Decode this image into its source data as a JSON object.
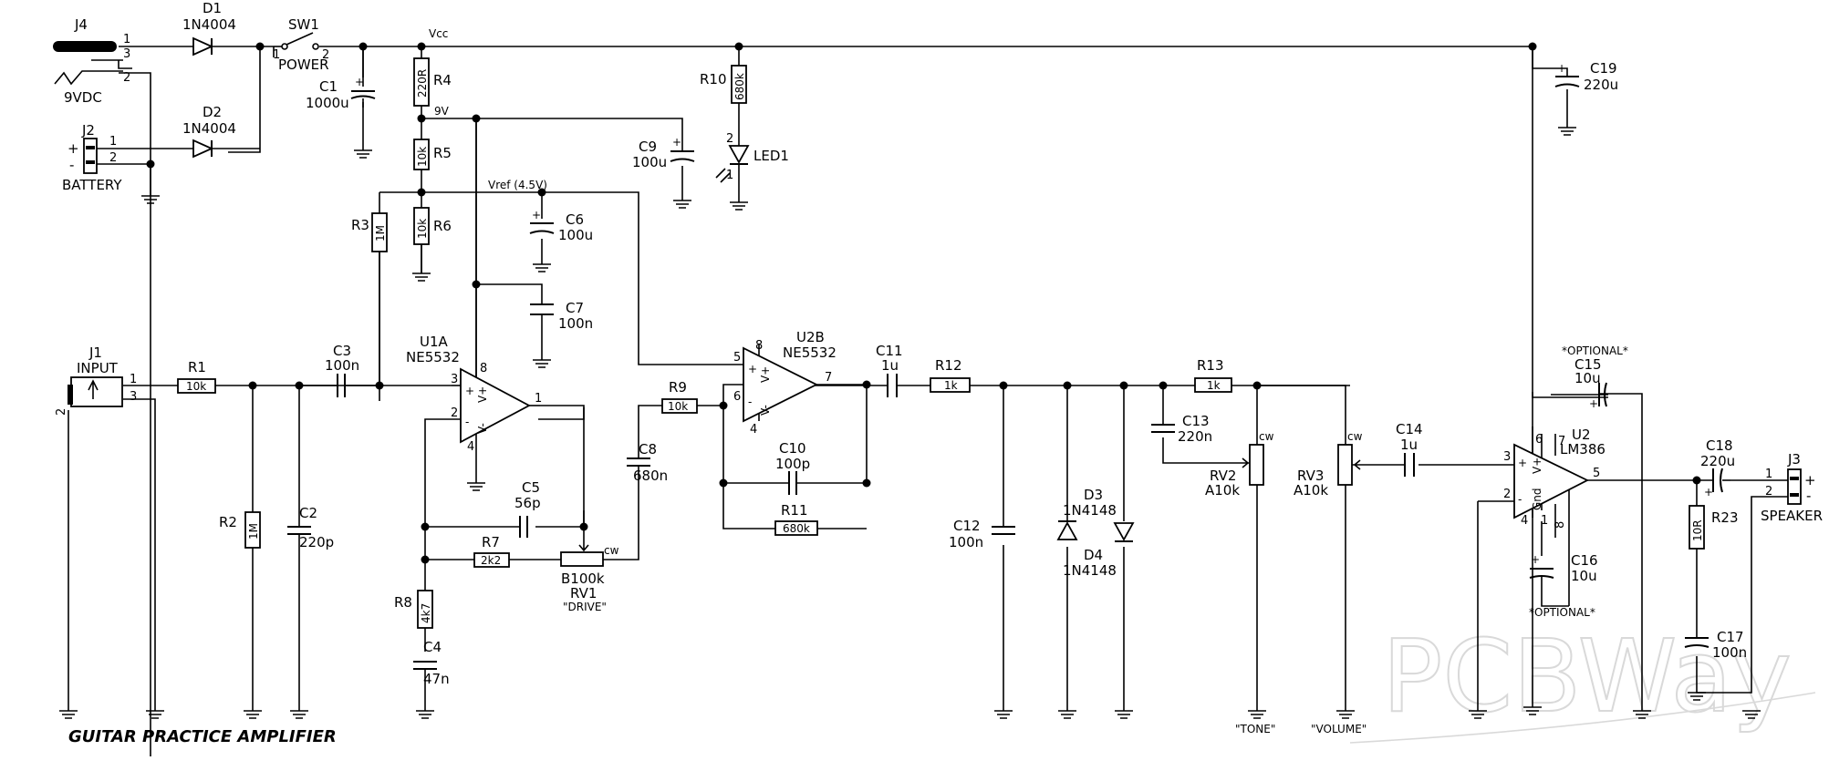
{
  "title": "GUITAR PRACTICE AMPLIFIER",
  "watermark": "PCBWay",
  "nets": {
    "vcc": "Vcc",
    "v9": "9V",
    "vref": "Vref (4.5V)"
  },
  "connectors": {
    "j4": {
      "ref": "J4",
      "value": "9VDC",
      "pins": [
        "1",
        "3",
        "2"
      ]
    },
    "j2": {
      "ref": "J2",
      "value": "BATTERY",
      "pins": [
        "1",
        "2"
      ],
      "signs": [
        "+",
        "-"
      ]
    },
    "j1": {
      "ref": "J1",
      "value": "INPUT",
      "pins": [
        "1",
        "3",
        "2"
      ]
    },
    "j3": {
      "ref": "J3",
      "value": "SPEAKER",
      "pins": [
        "1",
        "2"
      ],
      "signs": [
        "+",
        "-"
      ]
    }
  },
  "switch": {
    "ref": "SW1",
    "value": "POWER",
    "pins": [
      "1",
      "2"
    ]
  },
  "diodes": {
    "d1": {
      "ref": "D1",
      "value": "1N4004"
    },
    "d2": {
      "ref": "D2",
      "value": "1N4004"
    },
    "d3": {
      "ref": "D3",
      "value": "1N4148"
    },
    "d4": {
      "ref": "D4",
      "value": "1N4148"
    },
    "led1": {
      "ref": "LED1",
      "pins": [
        "2",
        "1"
      ]
    }
  },
  "resistors": {
    "r1": {
      "ref": "R1",
      "value": "10k"
    },
    "r2": {
      "ref": "R2",
      "value": "1M"
    },
    "r3": {
      "ref": "R3",
      "value": "1M"
    },
    "r4": {
      "ref": "R4",
      "value": "220R"
    },
    "r5": {
      "ref": "R5",
      "value": "10k"
    },
    "r6": {
      "ref": "R6",
      "value": "10k"
    },
    "r7": {
      "ref": "R7",
      "value": "2k2"
    },
    "r8": {
      "ref": "R8",
      "value": "4k7"
    },
    "r9": {
      "ref": "R9",
      "value": "10k"
    },
    "r10": {
      "ref": "R10",
      "value": "680k"
    },
    "r11": {
      "ref": "R11",
      "value": "680k"
    },
    "r12": {
      "ref": "R12",
      "value": "1k"
    },
    "r13": {
      "ref": "R13",
      "value": "1k"
    },
    "r23": {
      "ref": "R23",
      "value": "10R"
    }
  },
  "capacitors": {
    "c1": {
      "ref": "C1",
      "value": "1000u"
    },
    "c2": {
      "ref": "C2",
      "value": "220p"
    },
    "c3": {
      "ref": "C3",
      "value": "100n"
    },
    "c4": {
      "ref": "C4",
      "value": "47n"
    },
    "c5": {
      "ref": "C5",
      "value": "56p"
    },
    "c6": {
      "ref": "C6",
      "value": "100u"
    },
    "c7": {
      "ref": "C7",
      "value": "100n"
    },
    "c8": {
      "ref": "C8",
      "value": "680n"
    },
    "c9": {
      "ref": "C9",
      "value": "100u"
    },
    "c10": {
      "ref": "C10",
      "value": "100p"
    },
    "c11": {
      "ref": "C11",
      "value": "1u"
    },
    "c12": {
      "ref": "C12",
      "value": "100n"
    },
    "c13": {
      "ref": "C13",
      "value": "220n"
    },
    "c14": {
      "ref": "C14",
      "value": "1u"
    },
    "c15": {
      "ref": "C15",
      "value": "10u",
      "note": "*OPTIONAL*"
    },
    "c16": {
      "ref": "C16",
      "value": "10u",
      "note": "*OPTIONAL*"
    },
    "c17": {
      "ref": "C17",
      "value": "100n"
    },
    "c18": {
      "ref": "C18",
      "value": "220u"
    },
    "c19": {
      "ref": "C19",
      "value": "220u"
    }
  },
  "pots": {
    "rv1": {
      "ref": "RV1",
      "value": "B100k",
      "label": "\"DRIVE\"",
      "cw": "cw"
    },
    "rv2": {
      "ref": "RV2",
      "value": "A10k",
      "label": "\"TONE\"",
      "cw": "cw"
    },
    "rv3": {
      "ref": "RV3",
      "value": "A10k",
      "label": "\"VOLUME\"",
      "cw": "cw"
    }
  },
  "ics": {
    "u1a": {
      "ref": "U1A",
      "value": "NE5532",
      "pins": [
        "3",
        "2",
        "1",
        "8",
        "4"
      ],
      "plus": "+",
      "minus": "-",
      "vp": "V+",
      "vm": "V-"
    },
    "u2b": {
      "ref": "U2B",
      "value": "NE5532",
      "pins": [
        "5",
        "6",
        "7",
        "8",
        "4"
      ],
      "plus": "+",
      "minus": "-",
      "vp": "V+",
      "vm": "V-"
    },
    "u2": {
      "ref": "U2",
      "value": "LM386",
      "pins": [
        "3",
        "2",
        "5",
        "6",
        "7",
        "4",
        "1",
        "8"
      ],
      "plus": "+",
      "minus": "-",
      "vp": "V+",
      "gnd": "Gnd"
    }
  },
  "polarity": "+"
}
